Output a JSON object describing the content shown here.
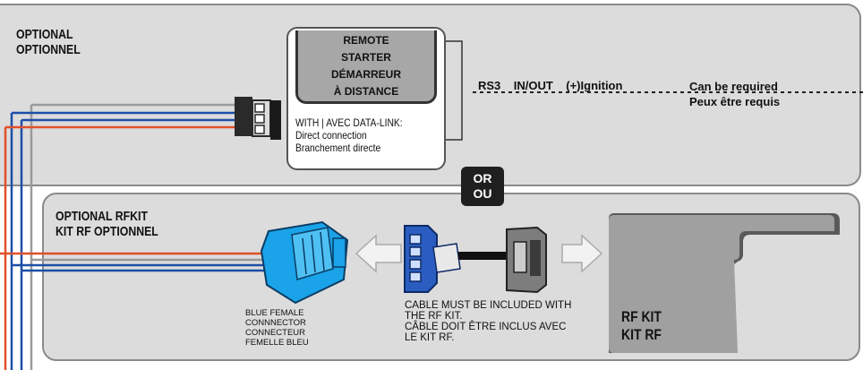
{
  "optional_section": {
    "title_line1": "OPTIONAL",
    "title_line2": "OPTIONNEL"
  },
  "remote_starter": {
    "title_lines": [
      "REMOTE",
      "STARTER",
      "DÉMARREUR",
      "À DISTANCE"
    ],
    "datalink_lines": [
      "WITH | AVEC DATA-LINK:",
      "Direct connection",
      "Branchement directe"
    ]
  },
  "connector_labels": {
    "rs3": "RS3",
    "in_out": "IN/OUT",
    "ignition": "(+)Ignition",
    "can_be_required": "Can be required",
    "peux_etre_requis": "Peux être requis"
  },
  "or_badge": {
    "or": "OR",
    "ou": "OU"
  },
  "rf_section": {
    "title_line1": "OPTIONAL RFKIT",
    "title_line2": "KIT RF OPTIONNEL"
  },
  "blue_connector_label": [
    "BLUE FEMALE",
    "CONNNECTOR",
    "CONNECTEUR",
    "FEMELLE BLEU"
  ],
  "cable_note": [
    "CABLE MUST BE INCLUDED WITH",
    "THE RF KIT.",
    "CÂBLE DOIT ÊTRE INCLUS AVEC",
    "LE KIT RF."
  ],
  "rf_kit_label": {
    "line1": "RF KIT",
    "line2": "KIT RF"
  },
  "colors": {
    "panel": "#dcdcdc",
    "wire_blue": "#1c4fa8",
    "wire_red": "#e0502a",
    "wire_gray": "#9a9a9a",
    "connector_blue": "#1aa3e8",
    "rf_module": "#a0a0a0"
  },
  "icons": [
    "arrow-left-icon",
    "arrow-right-icon",
    "blue-connector-icon",
    "rf-module-icon"
  ]
}
